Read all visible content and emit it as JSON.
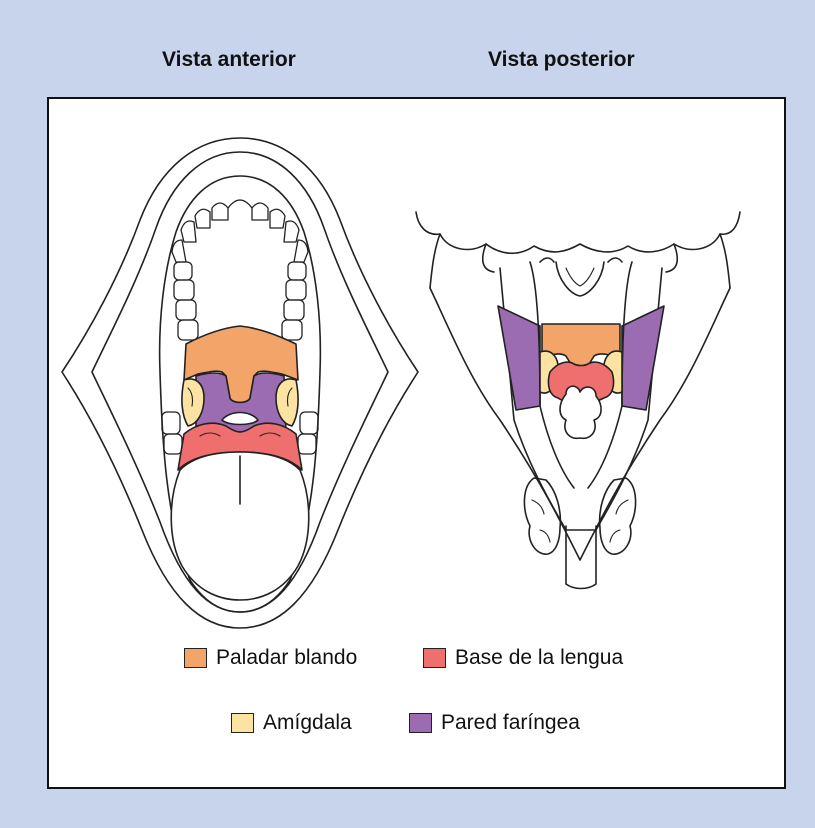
{
  "headings": {
    "anterior": "Vista anterior",
    "posterior": "Vista posterior"
  },
  "legend": [
    {
      "label": "Paladar blando",
      "color": "#f3a468"
    },
    {
      "label": "Base de la lengua",
      "color": "#ef6e6e"
    },
    {
      "label": "Amígdala",
      "color": "#fce3a2"
    },
    {
      "label": "Pared faríngea",
      "color": "#9b6cb1"
    }
  ],
  "colors": {
    "background": "#c8d3ec",
    "panel": "#ffffff",
    "outline": "#222222"
  }
}
